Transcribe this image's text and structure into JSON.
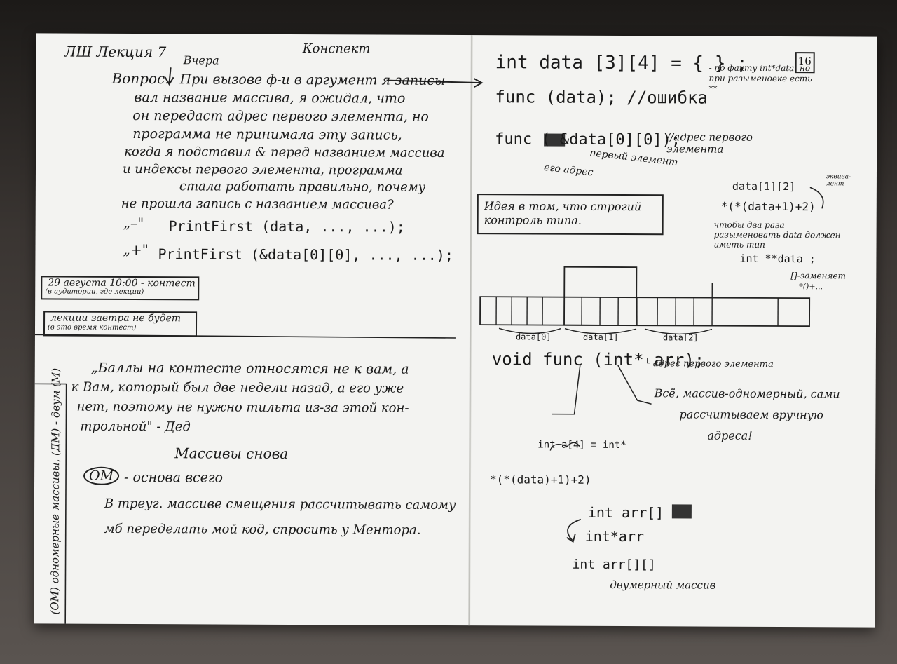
{
  "left": {
    "header": "ЛШ Лекция 7",
    "title": "Конспект",
    "yesterday": "Вчера",
    "question_label": "Вопрос.",
    "question_lines": [
      "При вызове ф-и в аргумент я записы-",
      "вал название массива, я ожидал, что",
      "он передаст адрес первого элемента, но",
      "программа не принимала эту запись,",
      "когда я подставил & перед названием массива",
      "и индексы первого элемента, программа",
      "стала работать правильно, почему",
      "не прошла запись с названием массива?"
    ],
    "minus_label": "„–\"",
    "minus_code": "PrintFirst (data, ..., ...);",
    "plus_label": "„+\"",
    "plus_code": "PrintFirst (&data[0][0], ..., ...);",
    "note1": "29 августа 10:00 - контест",
    "note1_sub": "(в аудитории, где лекции)",
    "note2": "лекции завтра не будет",
    "note2_sub": "(в это время контест)",
    "quote_lines": [
      "„Баллы на контесте относятся не к вам, а",
      "к Вам, который был две недели назад, а его уже",
      "нет, поэтому не нужно тильта из-за этой кон-",
      "трольной\" - Дед"
    ],
    "arrays_title": "Массивы снова",
    "om_label": "ОМ",
    "om_text": "- основа всего",
    "line1": "В треуг. массиве смещения рассчитывать самому",
    "line2": "мб переделать мой код, спросить у Ментора.",
    "margin_text": "(ОМ) одномерные массивы, (ДМ) - двум (М)"
  },
  "right": {
    "page_number": "16",
    "decl": "int data [3][4] = { } ;",
    "decl_note": "- по факту int*data, но при разыменовке есть **",
    "call_error": "func (data);  //ошибка",
    "call_ok": "func ( &data[0][0]);",
    "addr_note": "//адрес первого элемента",
    "first_elem": "первый элемент",
    "its_addr": "его адрес",
    "data12": "data[1][2]",
    "equiv": "эквива- лент",
    "deref_expr": "*(*(data+1)+2)",
    "twice_note": "чтобы два раза разыменовать data должен иметь тип",
    "int_ptrptr": "int **data ;",
    "idea": "Идея в том, что строгий контроль типа.",
    "bracket_note": "[]-заменяет",
    "bracket_sub": "*()+...",
    "seg0": "data[0]",
    "seg1": "data[1]",
    "seg2": "data[2]",
    "void_func": "void  func (int* arr);",
    "first_addr_note": "└ адрес первого элемента",
    "all_note_lines": [
      "Всё, массив-одномерный, сами",
      "рассчитываем вручную",
      "адреса!"
    ],
    "int_equiv": "int a[4] ≡ int*",
    "deref2": "*(*(data)+1)+2)",
    "int_arr": "int arr[]",
    "int_ptr_arr": "int*arr",
    "int_arr2": "int arr[][]",
    "two_dim": "двумерный массив"
  }
}
